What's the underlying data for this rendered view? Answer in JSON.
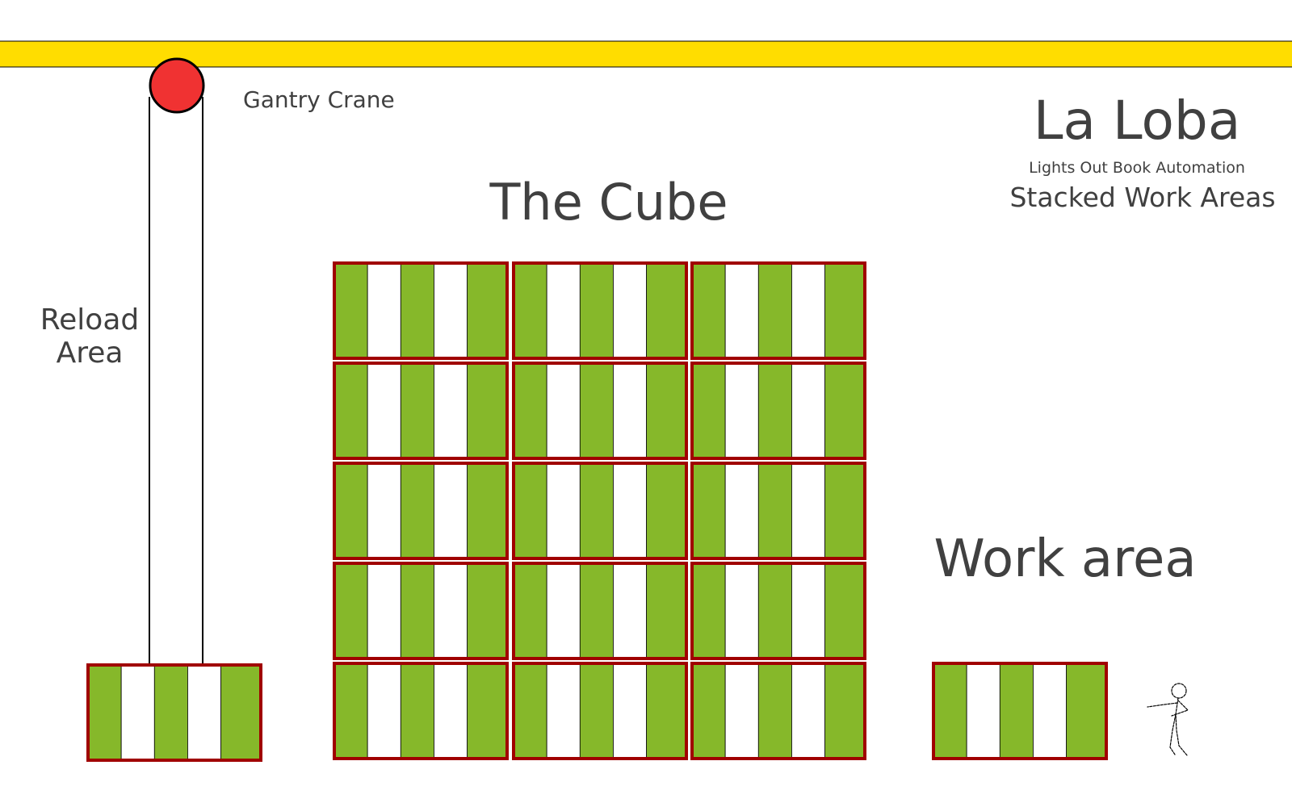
{
  "labels": {
    "gantry": "Gantry Crane",
    "brand": "La Loba",
    "brand_sub": "Lights Out Book Automation",
    "stacked": "Stacked Work Areas",
    "cube": "The Cube",
    "reload_line1": "Reload",
    "reload_line2": "Area",
    "work": "Work area"
  },
  "colors": {
    "rail": "#ffdd00",
    "crane_head": "#f03232",
    "pallet_frame": "#a00000",
    "stripe_green": "#86b82a",
    "text": "#404040"
  },
  "cube": {
    "columns": 3,
    "rows": 5
  },
  "icons": {
    "person": "person-stick-figure-icon"
  }
}
